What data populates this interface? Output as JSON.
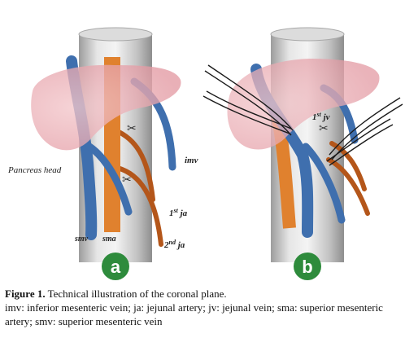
{
  "panel_a": {
    "labels": {
      "pancreas_head": "Pancreas head",
      "imv": "imv",
      "ja1_num": "1",
      "ja1_sup": "st",
      "ja1_rest": " ja",
      "ja2_num": "2",
      "ja2_sup": "nd",
      "ja2_rest": " ja",
      "smv": "smv",
      "sma": "sma"
    },
    "badge": "a"
  },
  "panel_b": {
    "labels": {
      "jv1_num": "1",
      "jv1_sup": "st",
      "jv1_rest": " jv"
    },
    "badge": "b"
  },
  "caption": {
    "title": "Figure 1.",
    "title_rest": " Technical illustration of the coronal plane.",
    "legend": "imv: inferior mesenteric vein; ja: jejunal artery; jv: jejunal vein; sma: superior mesenteric artery; smv: superior mesenteric vein"
  },
  "colors": {
    "vein": "#3f6fae",
    "artery_sma": "#e0812e",
    "jejunal_artery": "#b4561a",
    "pancreas": "#e9a7ad",
    "cylinder": "#c9c9c9",
    "badge": "#2e8b3c"
  }
}
